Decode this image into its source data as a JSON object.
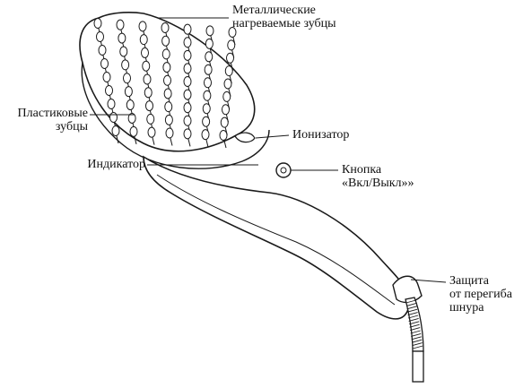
{
  "labels": {
    "metal_bristles": [
      "Металлические",
      "нагреваемые зубцы"
    ],
    "plastic_bristles": [
      "Пластиковые",
      "зубцы"
    ],
    "ionizer": [
      "Ионизатор"
    ],
    "indicator": [
      "Индикатор"
    ],
    "power_button": [
      "Кнопка",
      "«Вкл/Выкл»»"
    ],
    "cord_protection": [
      "Защита",
      "от перегиба",
      "шнура"
    ]
  },
  "colors": {
    "line": "#1a1a1a",
    "fill": "#ffffff"
  }
}
